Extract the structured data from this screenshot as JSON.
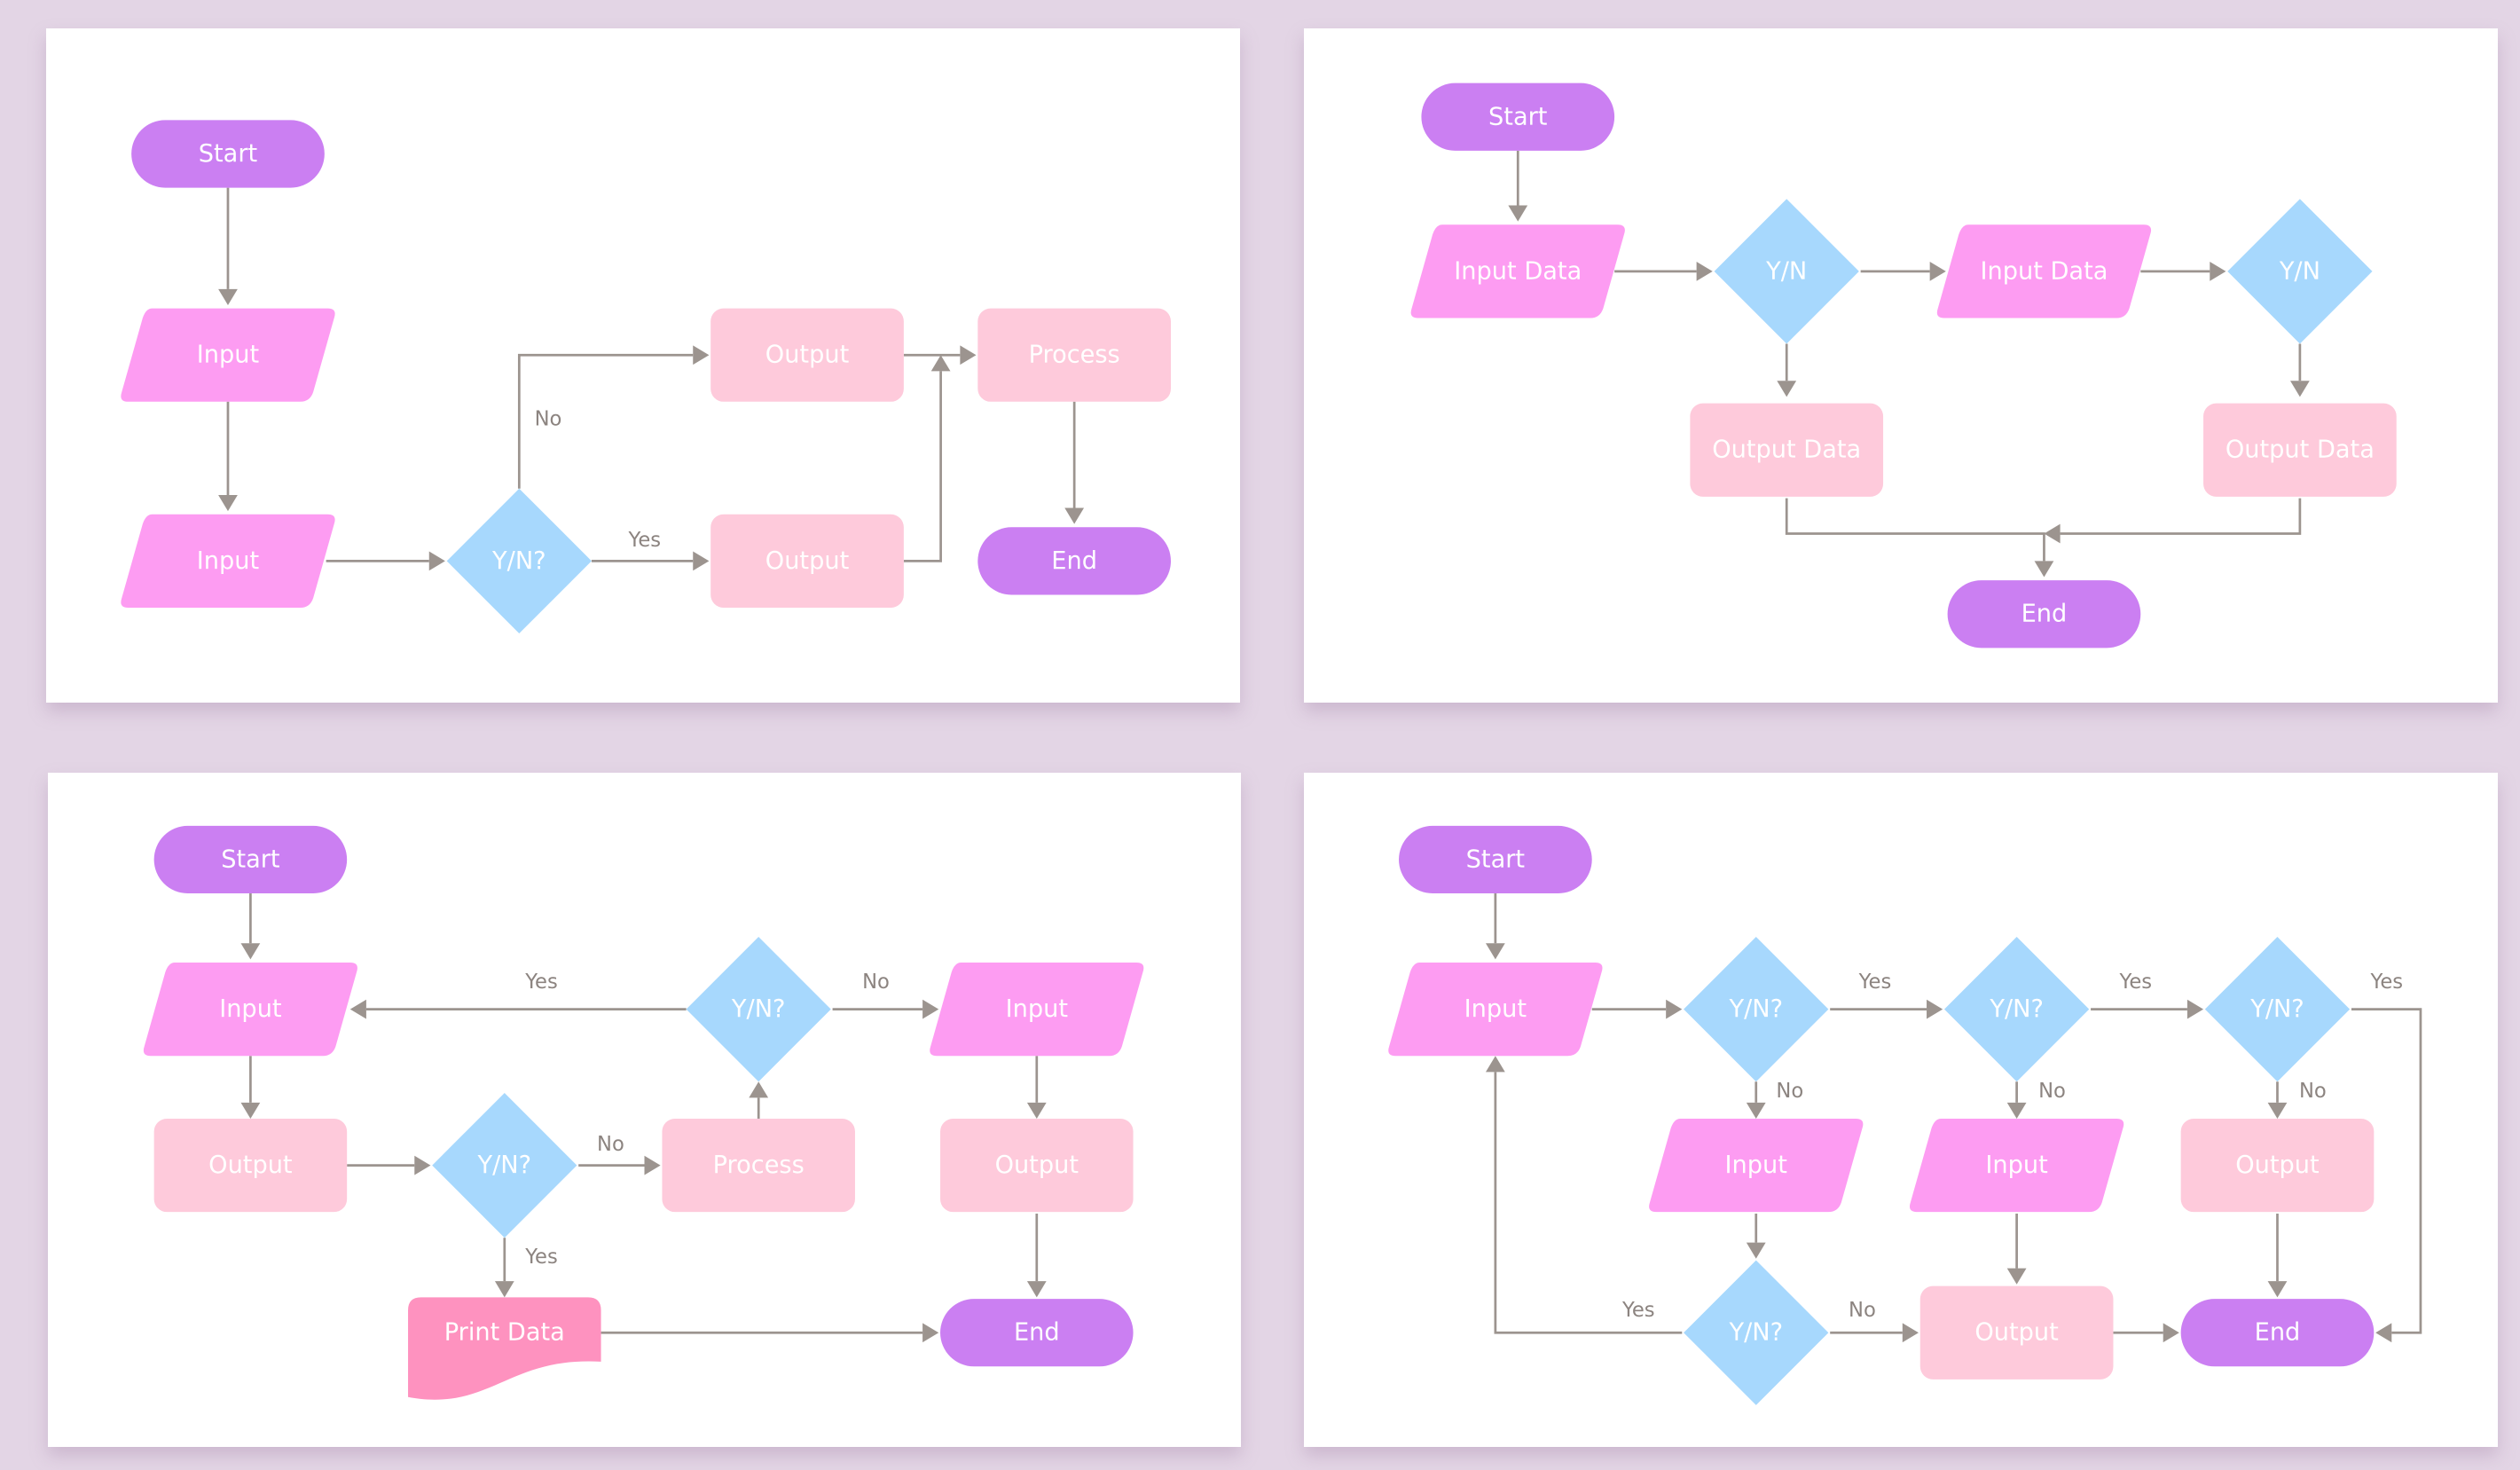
{
  "colors": {
    "terminal": "#cb7ff2",
    "input": "#fd9cf2",
    "process": "#fecadb",
    "decision": "#a7d8fd",
    "document": "#fe92bf",
    "edge": "#9c948f",
    "edge_label": "#8c8480",
    "node_text": "#ffffff",
    "background": "#e3d5e5",
    "panel": "#ffffff"
  },
  "panels": [
    {
      "id": "p1",
      "name": "flowchart-1",
      "nodes": [
        {
          "id": "start",
          "type": "terminal",
          "label": "Start"
        },
        {
          "id": "in1",
          "type": "input",
          "label": "Input"
        },
        {
          "id": "in2",
          "type": "input",
          "label": "Input"
        },
        {
          "id": "dec",
          "type": "decision",
          "label": "Y/N?"
        },
        {
          "id": "out1",
          "type": "process",
          "label": "Output"
        },
        {
          "id": "out2",
          "type": "process",
          "label": "Output"
        },
        {
          "id": "proc",
          "type": "process",
          "label": "Process"
        },
        {
          "id": "end",
          "type": "terminal",
          "label": "End"
        }
      ],
      "edges": [
        {
          "from": "start",
          "to": "in1",
          "label": ""
        },
        {
          "from": "in1",
          "to": "in2",
          "label": ""
        },
        {
          "from": "in2",
          "to": "dec",
          "label": ""
        },
        {
          "from": "dec",
          "to": "out1",
          "label": "No"
        },
        {
          "from": "dec",
          "to": "out2",
          "label": "Yes"
        },
        {
          "from": "out1",
          "to": "proc",
          "label": ""
        },
        {
          "from": "out2",
          "to": "proc",
          "label": ""
        },
        {
          "from": "proc",
          "to": "end",
          "label": ""
        }
      ]
    },
    {
      "id": "p2",
      "name": "flowchart-2",
      "nodes": [
        {
          "id": "start",
          "type": "terminal",
          "label": "Start"
        },
        {
          "id": "in1",
          "type": "input",
          "label": "Input Data"
        },
        {
          "id": "dec1",
          "type": "decision",
          "label": "Y/N"
        },
        {
          "id": "in2",
          "type": "input",
          "label": "Input Data"
        },
        {
          "id": "dec2",
          "type": "decision",
          "label": "Y/N"
        },
        {
          "id": "out1",
          "type": "process",
          "label": "Output Data"
        },
        {
          "id": "out2",
          "type": "process",
          "label": "Output Data"
        },
        {
          "id": "end",
          "type": "terminal",
          "label": "End"
        }
      ],
      "edges": [
        {
          "from": "start",
          "to": "in1",
          "label": ""
        },
        {
          "from": "in1",
          "to": "dec1",
          "label": ""
        },
        {
          "from": "dec1",
          "to": "in2",
          "label": ""
        },
        {
          "from": "in2",
          "to": "dec2",
          "label": ""
        },
        {
          "from": "dec1",
          "to": "out1",
          "label": ""
        },
        {
          "from": "dec2",
          "to": "out2",
          "label": ""
        },
        {
          "from": "out1",
          "to": "end",
          "label": ""
        },
        {
          "from": "out2",
          "to": "end",
          "label": ""
        }
      ]
    },
    {
      "id": "p3",
      "name": "flowchart-3",
      "nodes": [
        {
          "id": "start",
          "type": "terminal",
          "label": "Start"
        },
        {
          "id": "in1",
          "type": "input",
          "label": "Input"
        },
        {
          "id": "dec1",
          "type": "decision",
          "label": "Y/N?"
        },
        {
          "id": "in2",
          "type": "input",
          "label": "Input"
        },
        {
          "id": "out1",
          "type": "process",
          "label": "Output"
        },
        {
          "id": "dec2",
          "type": "decision",
          "label": "Y/N?"
        },
        {
          "id": "proc",
          "type": "process",
          "label": "Process"
        },
        {
          "id": "out2",
          "type": "process",
          "label": "Output"
        },
        {
          "id": "print",
          "type": "document",
          "label": "Print Data"
        },
        {
          "id": "end",
          "type": "terminal",
          "label": "End"
        }
      ],
      "edges": [
        {
          "from": "start",
          "to": "in1",
          "label": ""
        },
        {
          "from": "in1",
          "to": "out1",
          "label": ""
        },
        {
          "from": "out1",
          "to": "dec2",
          "label": ""
        },
        {
          "from": "dec2",
          "to": "proc",
          "label": "No"
        },
        {
          "from": "dec2",
          "to": "print",
          "label": "Yes"
        },
        {
          "from": "proc",
          "to": "dec1",
          "label": ""
        },
        {
          "from": "dec1",
          "to": "in1",
          "label": "Yes"
        },
        {
          "from": "dec1",
          "to": "in2",
          "label": "No"
        },
        {
          "from": "in2",
          "to": "out2",
          "label": ""
        },
        {
          "from": "out2",
          "to": "end",
          "label": ""
        },
        {
          "from": "print",
          "to": "end",
          "label": ""
        }
      ]
    },
    {
      "id": "p4",
      "name": "flowchart-4",
      "nodes": [
        {
          "id": "start",
          "type": "terminal",
          "label": "Start"
        },
        {
          "id": "in1",
          "type": "input",
          "label": "Input"
        },
        {
          "id": "dec1",
          "type": "decision",
          "label": "Y/N?"
        },
        {
          "id": "dec2",
          "type": "decision",
          "label": "Y/N?"
        },
        {
          "id": "dec3",
          "type": "decision",
          "label": "Y/N?"
        },
        {
          "id": "in2",
          "type": "input",
          "label": "Input"
        },
        {
          "id": "in3",
          "type": "input",
          "label": "Input"
        },
        {
          "id": "out1",
          "type": "process",
          "label": "Output"
        },
        {
          "id": "dec4",
          "type": "decision",
          "label": "Y/N?"
        },
        {
          "id": "out2",
          "type": "process",
          "label": "Output"
        },
        {
          "id": "end",
          "type": "terminal",
          "label": "End"
        }
      ],
      "edges": [
        {
          "from": "start",
          "to": "in1",
          "label": ""
        },
        {
          "from": "in1",
          "to": "dec1",
          "label": ""
        },
        {
          "from": "dec1",
          "to": "dec2",
          "label": "Yes"
        },
        {
          "from": "dec2",
          "to": "dec3",
          "label": "Yes"
        },
        {
          "from": "dec3",
          "to": "end",
          "label": "Yes"
        },
        {
          "from": "dec1",
          "to": "in2",
          "label": "No"
        },
        {
          "from": "dec2",
          "to": "in3",
          "label": "No"
        },
        {
          "from": "dec3",
          "to": "out1",
          "label": "No"
        },
        {
          "from": "in2",
          "to": "dec4",
          "label": ""
        },
        {
          "from": "dec4",
          "to": "in1",
          "label": "Yes"
        },
        {
          "from": "dec4",
          "to": "out2",
          "label": "No"
        },
        {
          "from": "in3",
          "to": "out2",
          "label": ""
        },
        {
          "from": "out2",
          "to": "end",
          "label": ""
        },
        {
          "from": "out1",
          "to": "end",
          "label": ""
        }
      ]
    }
  ]
}
